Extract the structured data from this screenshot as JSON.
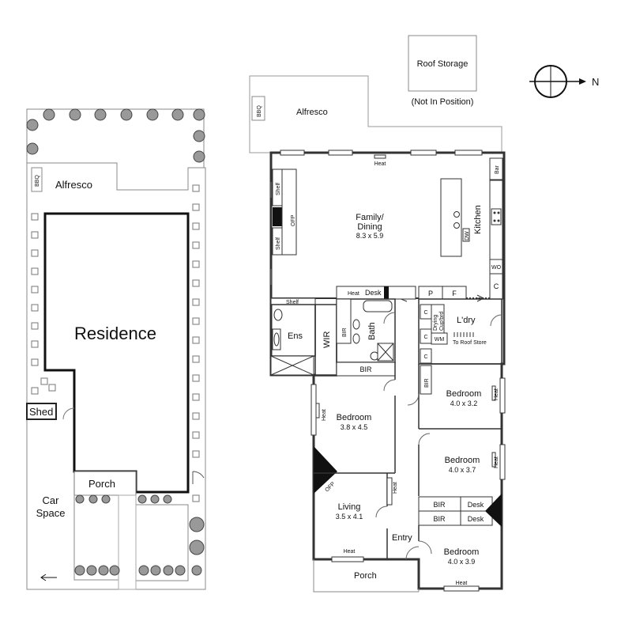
{
  "site": {
    "alfresco": "Alfresco",
    "bbq": "BBQ",
    "residence": "Residence",
    "shed": "Shed",
    "porch": "Porch",
    "car_space": [
      "Car",
      "Space"
    ]
  },
  "roof_storage": {
    "label": "Roof Storage",
    "note": "(Not In Position)"
  },
  "north": "N",
  "floor": {
    "alfresco": "Alfresco",
    "bbq": "BBQ",
    "heat": "Heat",
    "shelf": "Shelf",
    "ofp": "OFP",
    "family": {
      "name": [
        "Family/",
        "Dining"
      ],
      "size": "8.3 x 5.9"
    },
    "kitchen": "Kitchen",
    "dw": "DW",
    "bar": "Bar",
    "wo": "WO",
    "c": "C",
    "desk": "Desk",
    "ens": "Ens",
    "wir": "WIR",
    "bir": "BIR",
    "bath": "Bath",
    "p": "P",
    "f": "F",
    "drying": [
      "Drying",
      "Cup'brd"
    ],
    "wm": "WM",
    "laundry": "L'dry",
    "to_roof": "To Roof Store",
    "bed1": {
      "name": "Bedroom",
      "size": "3.8 x 4.5"
    },
    "bed2": {
      "name": "Bedroom",
      "size": "4.0 x 3.2"
    },
    "bed3": {
      "name": "Bedroom",
      "size": "4.0 x 3.7"
    },
    "bed4": {
      "name": "Bedroom",
      "size": "4.0 x 3.9"
    },
    "living": {
      "name": "Living",
      "size": "3.5 x 4.1"
    },
    "entry": "Entry",
    "porch": "Porch"
  }
}
